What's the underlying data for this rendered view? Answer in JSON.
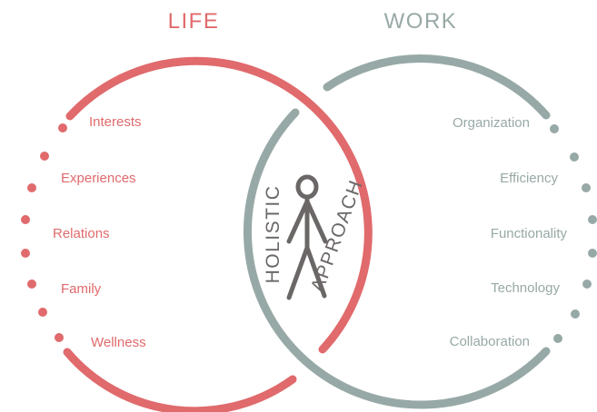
{
  "titles": {
    "life": "LIFE",
    "work": "WORK"
  },
  "center": {
    "word1": "HOLISTIC",
    "word2": "APPROACH",
    "figure": "person-stick-figure-icon"
  },
  "life_items": [
    "Interests",
    "Experiences",
    "Relations",
    "Family",
    "Wellness"
  ],
  "work_items": [
    "Organization",
    "Efficiency",
    "Functionality",
    "Technology",
    "Collaboration"
  ],
  "colors": {
    "life": "#e06a6c",
    "work": "#97a9a6",
    "figure": "#6b6767"
  }
}
